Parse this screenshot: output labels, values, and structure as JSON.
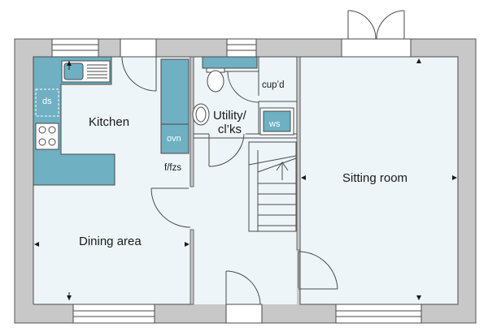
{
  "rooms": {
    "kitchen": "Kitchen",
    "dining": "Dining area",
    "utility": "Utility/\ncl’ks",
    "sitting": "Sitting room"
  },
  "fixtures": {
    "dishwasher": "ds",
    "oven": "ovn",
    "fridge_freezer": "f/fzs",
    "cupboard": "cup’d",
    "washer": "ws"
  },
  "colors": {
    "wall": "#c8c8c8",
    "floor": "#eef5f8",
    "fitting": "#6fb0c2",
    "line": "#4a4a4a"
  }
}
